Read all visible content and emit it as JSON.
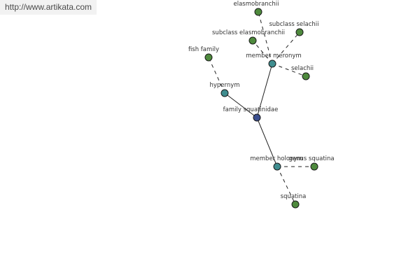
{
  "watermark": {
    "text": "http://www.artikata.com"
  },
  "graph": {
    "nodes": [
      {
        "id": "elasmobranchii",
        "label": "elasmobranchii",
        "kind": "leaf",
        "color": "#4e8a3d"
      },
      {
        "id": "subclass-selachii",
        "label": "subclass selachii",
        "kind": "leaf",
        "color": "#4e8a3d"
      },
      {
        "id": "subclass-elasmobranchii",
        "label": "subclass elasmobranchii",
        "kind": "leaf",
        "color": "#4e8a3d"
      },
      {
        "id": "member-meronym",
        "label": "member meronym",
        "kind": "relation",
        "color": "#3f8d8f"
      },
      {
        "id": "selachii",
        "label": "selachii",
        "kind": "leaf",
        "color": "#4e8a3d"
      },
      {
        "id": "fish-family",
        "label": "fish family",
        "kind": "leaf",
        "color": "#4e8a3d"
      },
      {
        "id": "hypernym",
        "label": "hypernym",
        "kind": "relation",
        "color": "#3f8d8f"
      },
      {
        "id": "family-squatinidae",
        "label": "family squatinidae",
        "kind": "root",
        "color": "#3b4f8f"
      },
      {
        "id": "member-holonym",
        "label": "member holonym",
        "kind": "relation",
        "color": "#3f8d8f"
      },
      {
        "id": "genus-squatina",
        "label": "genus squatina",
        "kind": "leaf",
        "color": "#4e8a3d"
      },
      {
        "id": "squatina",
        "label": "squatina",
        "kind": "leaf",
        "color": "#4e8a3d"
      }
    ],
    "edges": [
      {
        "from": "family-squatinidae",
        "to": "member-meronym",
        "style": "solid"
      },
      {
        "from": "family-squatinidae",
        "to": "hypernym",
        "style": "solid"
      },
      {
        "from": "family-squatinidae",
        "to": "member-holonym",
        "style": "solid"
      },
      {
        "from": "member-meronym",
        "to": "elasmobranchii",
        "style": "dashed"
      },
      {
        "from": "member-meronym",
        "to": "subclass-selachii",
        "style": "dashed"
      },
      {
        "from": "member-meronym",
        "to": "subclass-elasmobranchii",
        "style": "dashed"
      },
      {
        "from": "member-meronym",
        "to": "selachii",
        "style": "dashed"
      },
      {
        "from": "hypernym",
        "to": "fish-family",
        "style": "dashed"
      },
      {
        "from": "member-holonym",
        "to": "genus-squatina",
        "style": "dashed"
      },
      {
        "from": "member-holonym",
        "to": "squatina",
        "style": "dashed"
      }
    ]
  }
}
